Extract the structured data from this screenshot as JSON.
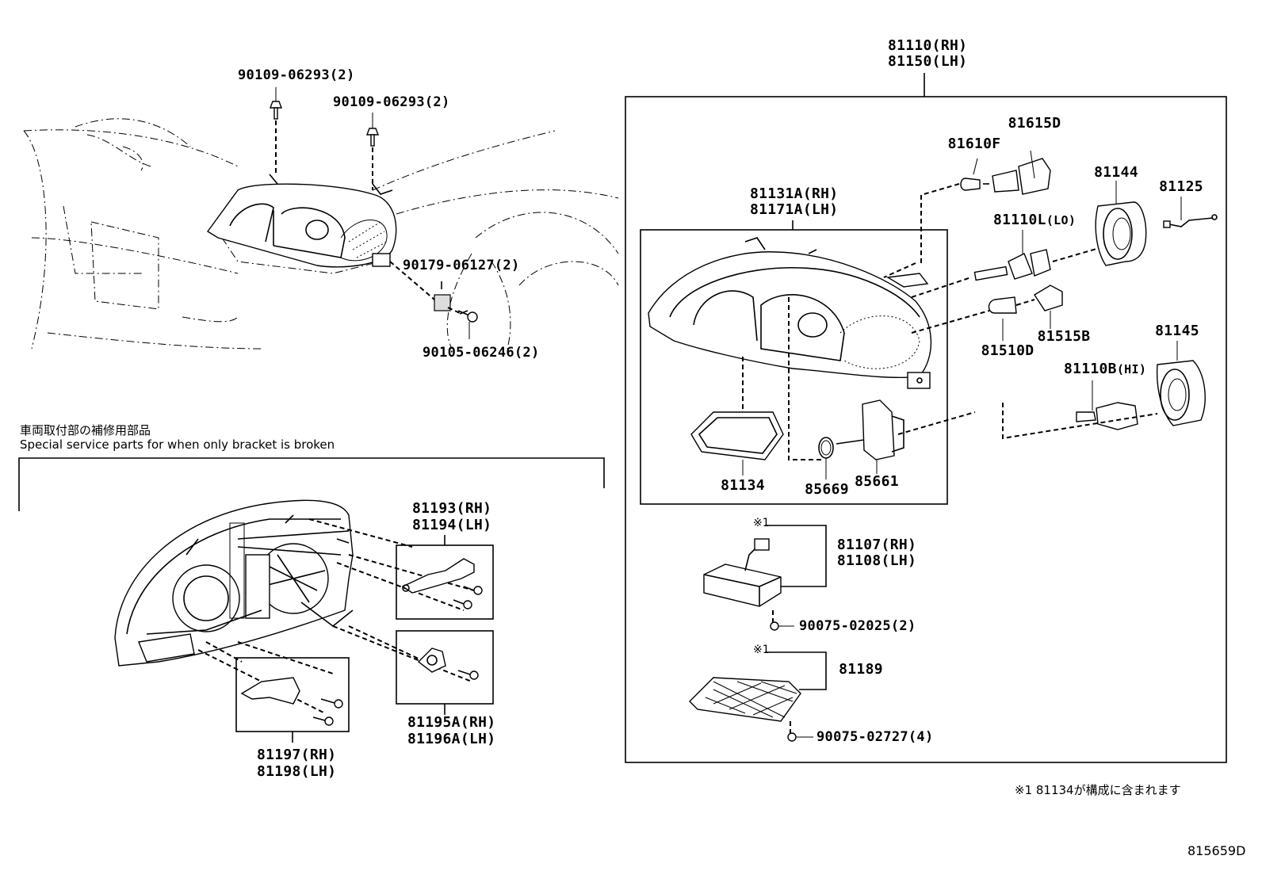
{
  "diagram_id": "815659D",
  "vehicle_parts": {
    "bolt_a": "90109-06293(2)",
    "bolt_b": "90109-06293(2)",
    "nut": "90179-06127(2)",
    "screw": "90105-06246(2)"
  },
  "service_note": {
    "jp": "車両取付部の補修用部品",
    "en": "Special service parts for when only bracket is broken"
  },
  "bracket_kits": {
    "kit1_rh": "81193(RH)",
    "kit1_lh": "81194(LH)",
    "kit2_rh": "81195A(RH)",
    "kit2_lh": "81196A(LH)",
    "kit3_rh": "81197(RH)",
    "kit3_lh": "81198(LH)"
  },
  "assembly": {
    "rh": "81110(RH)",
    "lh": "81150(LH)",
    "housing_rh": "81131A(RH)",
    "housing_lh": "81171A(LH)",
    "gasket": "81134",
    "o_ring": "85669",
    "socket": "85661",
    "bulb_wedge": "81610F",
    "socket_wedge": "81615D",
    "cover_lo": "81144",
    "cord": "81125",
    "bulb_lo": "81110L",
    "bulb_lo_tag": "(LO)",
    "bulb_signal": "81510D",
    "socket_signal": "81515B",
    "cover_hi": "81145",
    "bulb_hi": "81110B",
    "bulb_hi_tag": "(HI)",
    "ballast_mark": "※1",
    "ballast_rh": "81107(RH)",
    "ballast_lh": "81108(LH)",
    "ballast_screw": "90075-02025(2)",
    "cover_mark": "※1",
    "cover_part": "81189",
    "cover_screw": "90075-02727(4)"
  },
  "footnote": "※1 81134が構成に含まれます"
}
